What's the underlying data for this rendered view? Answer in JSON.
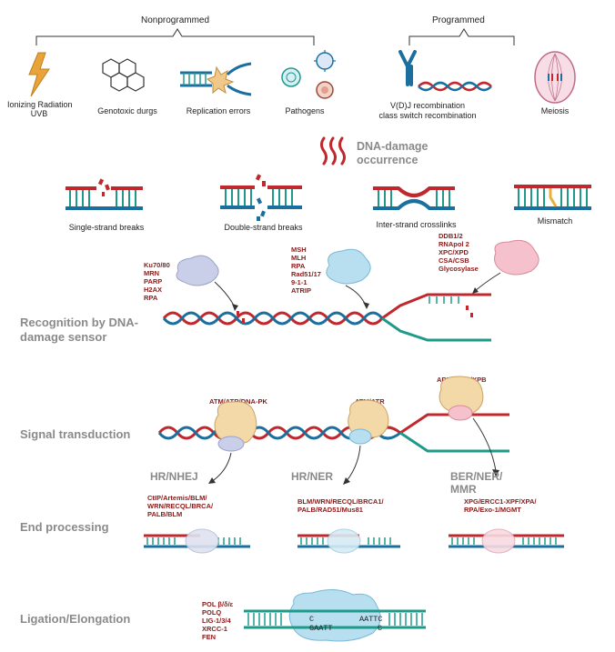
{
  "header": {
    "nonprogrammed": "Nonprogrammed",
    "programmed": "Programmed"
  },
  "sources": {
    "ionizing_1": "Ionizing Radiation",
    "ionizing_2": "UVB",
    "genotoxic": "Genotoxic durgs",
    "replication": "Replication errors",
    "pathogens": "Pathogens",
    "vdj_1": "V(D)J recombination",
    "vdj_2": "class switch recombination",
    "meiosis": "Meiosis"
  },
  "occurrence": {
    "line1": "DNA-damage",
    "line2": "occurrence"
  },
  "damage_types": {
    "ssb": "Single-strand breaks",
    "dsb": "Double-strand breaks",
    "icl": "Inter-strand crosslinks",
    "mismatch": "Mismatch"
  },
  "recognition": {
    "stage_1": "Recognition by DNA-",
    "stage_2": "damage sensor",
    "group1": "Ku70/80\nMRN\nPARP\nH2AX\nRPA",
    "group2": "MSH\nMLH\nRPA\nRad51/17\n9-1-1\nATRIP",
    "group3": "DDB1/2\nRNApol 2\nXPC/XPD\nCSA/CSB\nGlycosylase"
  },
  "signal": {
    "stage": "Signal transduction",
    "kinase1": "ATM/ATR/DNA-PK",
    "kinase2": "ATM/ATR",
    "kinase3": "APE1/XPD/XPB"
  },
  "pathways": {
    "p1": "HR/NHEJ",
    "p2": "HR/NER",
    "p3_1": "BER/NER/",
    "p3_2": "MMR"
  },
  "end_processing": {
    "stage": "End processing",
    "group1": "CtIP/Artemis/BLM/\nWRN/RECQL/BRCA/\nPALB/BLM",
    "group2": "BLM/WRN/RECQL/BRCA1/\nPALB/RAD51/Mus81",
    "group3": "XPG/ERCC1-XPF/XPA/\nRPA/Exo-1/MGMT"
  },
  "ligation": {
    "stage": "Ligation/Elongation",
    "enzymes": "POL β/δ/ε\nPOLQ\nLIG-1/3/4\nXRCC-1\nFEN",
    "seq_c1": "C",
    "seq_top": "AATTC",
    "seq_bottom": "GAATT",
    "seq_c2": "C"
  },
  "colors": {
    "strand_red": "#c0282d",
    "strand_blue": "#1b6f9e",
    "strand_teal": "#1f9a8a",
    "title_gray": "#8a8a8a",
    "protein_red": "#8b1a1a"
  }
}
